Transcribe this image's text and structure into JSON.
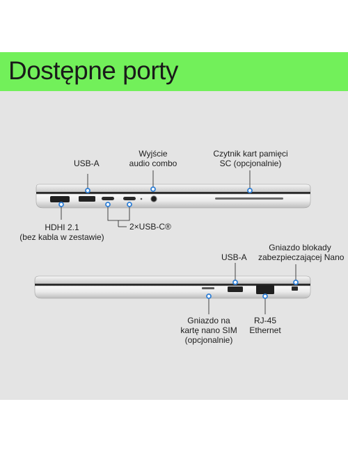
{
  "title": "Dostępne porty",
  "colors": {
    "banner": "#72f05a",
    "panel": "#e4e4e4",
    "callout": "#2f7fd6"
  },
  "top_view": {
    "labels": {
      "usb_a": "USB-A",
      "audio_line1": "Wyjście",
      "audio_line2": "audio combo",
      "card_line1": "Czytnik kart pamięci",
      "card_line2": "SC (opcjonalnie)",
      "hdmi_line1": "HDHI 2.1",
      "hdmi_line2": "(bez kabla w zestawie)",
      "usb_c": "2×USB-C®"
    }
  },
  "bottom_view": {
    "labels": {
      "usb_a": "USB-A",
      "lock_line1": "Gniazdo blokady",
      "lock_line2": "zabezpieczającej Nano",
      "sim_line1": "Gniazdo na",
      "sim_line2": "kartę nano SIM",
      "sim_line3": "(opcjonalnie)",
      "rj45_line1": "RJ-45",
      "rj45_line2": "Ethernet"
    }
  }
}
